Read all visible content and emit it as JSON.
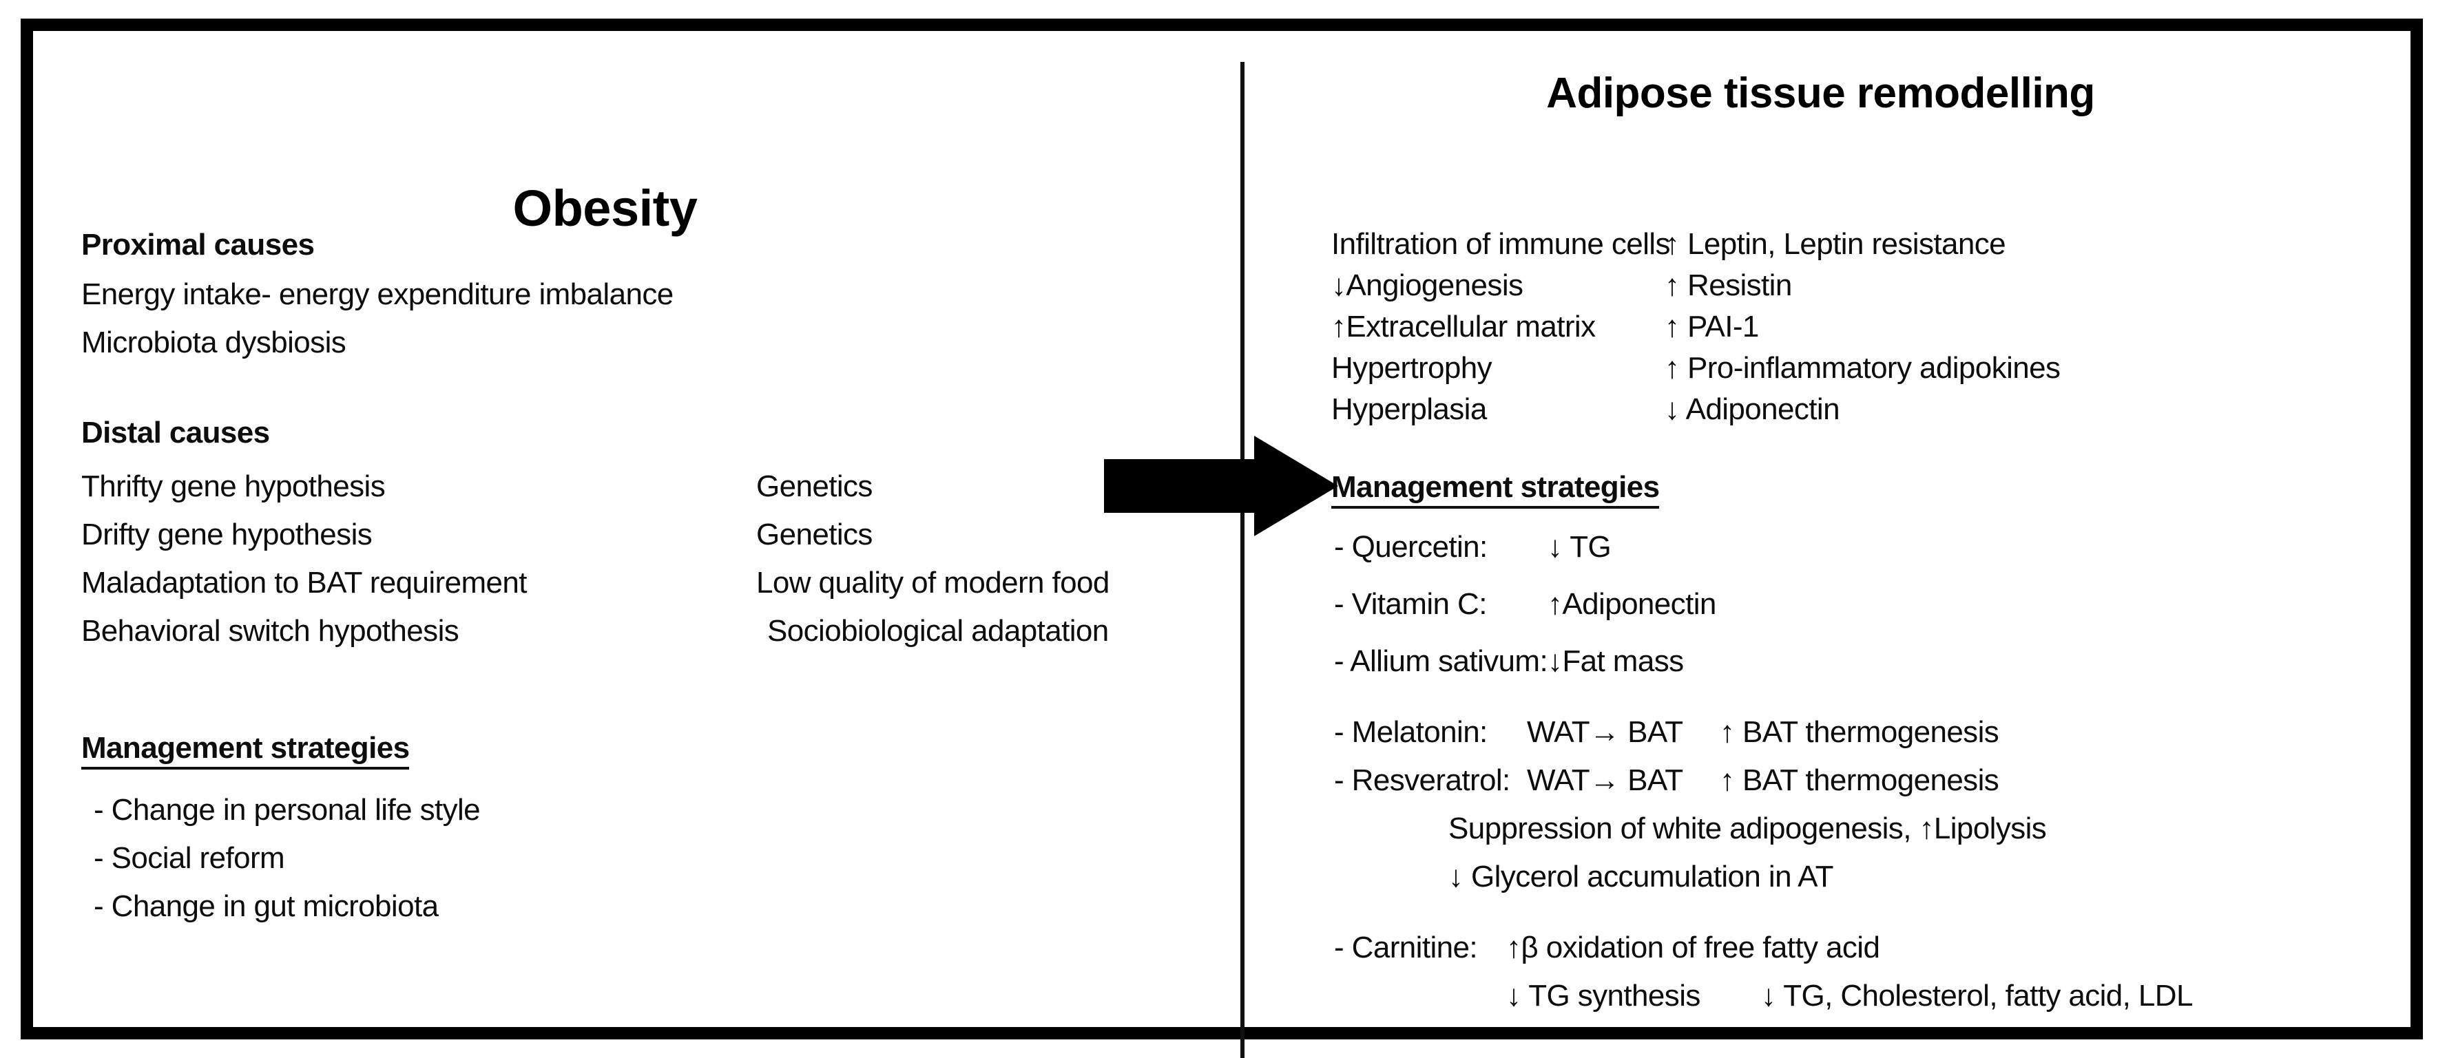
{
  "figure": {
    "colors": {
      "ink": "#0d0d0d",
      "frame": "#000000",
      "divider": "#111111"
    },
    "flow_arrow": {
      "name": "right-block-arrow",
      "direction": "right"
    }
  },
  "left_panel": {
    "title": "Obesity",
    "sections": [
      {
        "heading": "Proximal causes",
        "items": [
          "Energy intake- energy expenditure imbalance",
          "Microbiota dysbiosis"
        ]
      },
      {
        "heading": "Distal causes",
        "rows": [
          {
            "cause": "Thrifty gene hypothesis",
            "basis": "Genetics"
          },
          {
            "cause": "Drifty gene hypothesis",
            "basis": "Genetics"
          },
          {
            "cause": "Maladaptation to BAT requirement",
            "basis": "Low quality of modern food"
          },
          {
            "cause": "Behavioral switch hypothesis",
            "basis": "Sociobiological adaptation"
          }
        ]
      },
      {
        "heading": "Management strategies",
        "underlined": true,
        "items": [
          "- Change in personal life style",
          "- Social reform",
          "- Change in gut microbiota"
        ]
      }
    ]
  },
  "right_panel": {
    "title": "Adipose tissue remodelling",
    "changes": {
      "column_left": [
        "Infiltration of immune cells",
        "↓Angiogenesis",
        "↑Extracellular matrix",
        "Hypertrophy",
        "Hyperplasia"
      ],
      "column_right": [
        "↑ Leptin,   Leptin resistance",
        "↑ Resistin",
        "↑ PAI-1",
        "↑ Pro-inflammatory adipokines",
        "↓ Adiponectin"
      ]
    },
    "management": {
      "heading": "Management strategies",
      "underlined": true,
      "entries": [
        {
          "agent": "- Quercetin:",
          "effect": "↓ TG"
        },
        {
          "agent": "- Vitamin C:",
          "effect": "↑Adiponectin"
        },
        {
          "agent": "- Allium sativum:",
          "effect": "↓Fat mass"
        },
        {
          "agent": "- Melatonin:",
          "effect": "WAT→ BAT",
          "effect2": "↑ BAT thermogenesis"
        },
        {
          "agent": "- Resveratrol:",
          "effect": "WAT→ BAT",
          "effect2": "↑ BAT thermogenesis"
        },
        {
          "agent": "",
          "effect": "Suppression of white adipogenesis, ↑Lipolysis"
        },
        {
          "agent": "",
          "effect": "↓ Glycerol accumulation in AT"
        },
        {
          "agent": "- Carnitine:",
          "effect": "↑β oxidation of free fatty acid"
        },
        {
          "agent": "",
          "effect": "↓ TG synthesis",
          "effect2": "↓ TG, Cholesterol, fatty acid, LDL"
        }
      ]
    }
  }
}
